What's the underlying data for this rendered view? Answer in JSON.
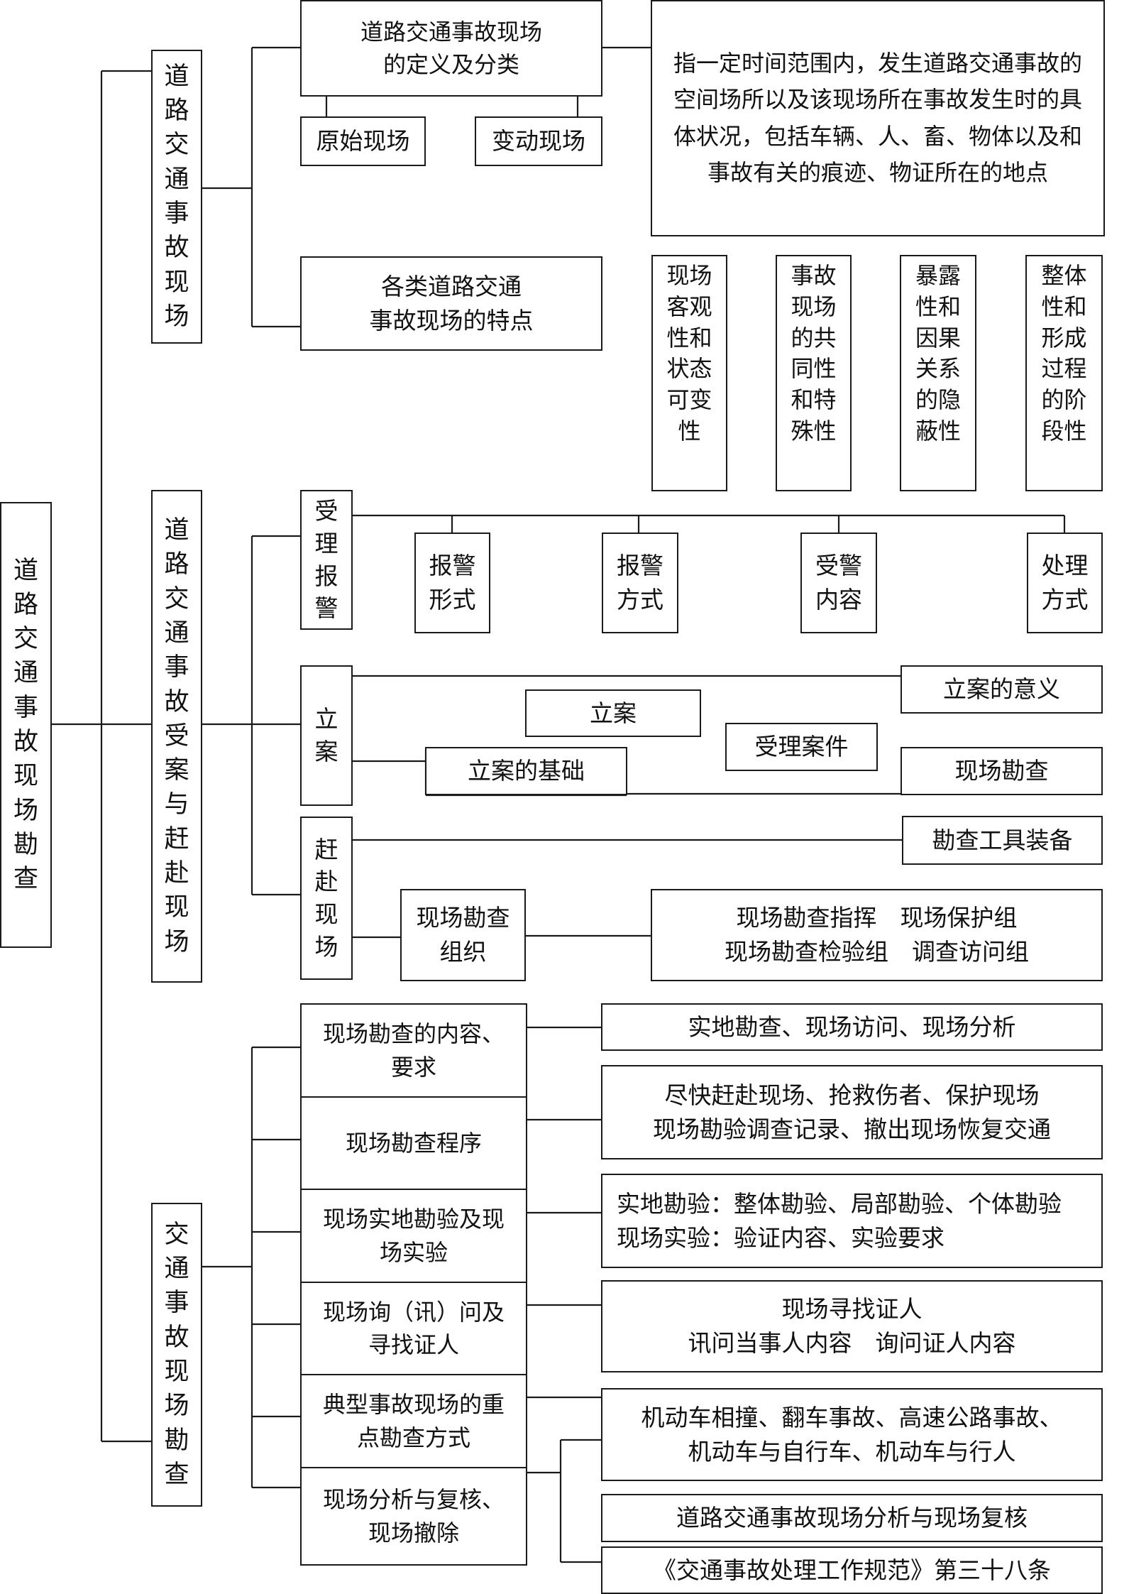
{
  "root": "道路交通事故现场勘查",
  "sections": {
    "s1": {
      "title": "道路交通事故现场",
      "definition": {
        "label": "道路交通事故现场\n的定义及分类",
        "text": "指一定时间范围内，发生道路交通事故的空间场所以及该现场所在事故发生时的具体状况，包括车辆、人、畜、物体以及和事故有关的痕迹、物证所在的地点"
      },
      "types": [
        "原始现场",
        "变动现场"
      ],
      "features": {
        "label": "各类道路交通\n事故现场的特点",
        "items": [
          "现场客观性和状态可变性",
          "事故现场的共同性和特殊性",
          "暴露性和因果关系的隐蔽性",
          "整体性和形成过程的阶段性"
        ]
      }
    },
    "s2": {
      "title": "道路交通事故受案与赶赴现场",
      "accept": {
        "label": "受理报警",
        "items": [
          "报警\n形式",
          "报警\n方式",
          "受警\n内容",
          "处理\n方式"
        ]
      },
      "filing": {
        "label": "立案",
        "case": "立案",
        "basis": "立案的基础",
        "significance": "立案的意义",
        "accept_case": "受理案件",
        "inspection": "现场勘查"
      },
      "rush": {
        "label": "赶赴现场",
        "tools": "勘查工具装备",
        "org": "现场勘查\n组织",
        "groups": "现场勘查指挥　现场保护组\n现场勘查检验组　调查访问组"
      }
    },
    "s3": {
      "title": "交通事故现场勘查",
      "items": [
        {
          "label": "现场勘查的内容、\n要求",
          "detail": "实地勘查、现场访问、现场分析"
        },
        {
          "label": "现场勘查程序",
          "detail": "尽快赶赴现场、抢救伤者、保护现场\n现场勘验调查记录、撤出现场恢复交通"
        },
        {
          "label": "现场实地勘验及现\n场实验",
          "detail": "实地勘验：整体勘验、局部勘验、个体勘验\n现场实验：验证内容、实验要求"
        },
        {
          "label": "现场询（讯）问及\n寻找证人",
          "detail": "现场寻找证人\n讯问当事人内容　询问证人内容"
        },
        {
          "label": "典型事故现场的重\n点勘查方式",
          "detail": "机动车相撞、翻车事故、高速公路事故、\n机动车与自行车、机动车与行人"
        },
        {
          "label": "现场分析与复核、\n现场撤除",
          "detail": "道路交通事故现场分析与现场复核",
          "detail2": "《交通事故处理工作规范》第三十八条"
        }
      ]
    }
  }
}
